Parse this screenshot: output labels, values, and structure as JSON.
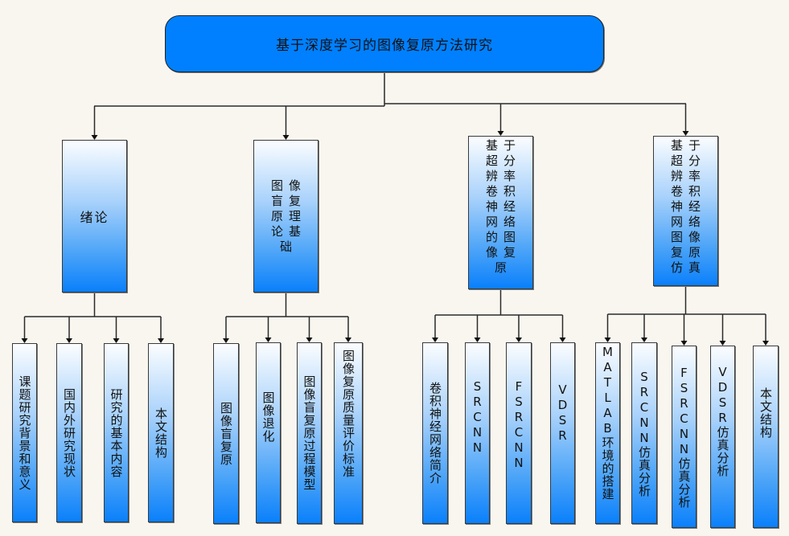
{
  "root": {
    "title": "基于深度学习的图像复原方法研究"
  },
  "chapters": [
    {
      "title": "绪论",
      "sections": [
        "课题研究背景和意义",
        "国内外研究现状",
        "研究的基本内容",
        "本文结构"
      ]
    },
    {
      "title": "图像盲复原理论基础",
      "sections": [
        "图像盲复原",
        "图像退化",
        "图像盲复原过程模型",
        "图像复原质量评价标准"
      ]
    },
    {
      "title": "基于超分辨率卷积神经网络的图像复原",
      "sections": [
        "卷积神经网络简介",
        "SRCNN",
        "FSRCNN",
        "VDSR"
      ]
    },
    {
      "title": "基于超分辨率卷积神经网络图像复原仿真",
      "sections": [
        "MATLAB环境的搭建",
        "SRCNN仿真分析",
        "FSRCNN仿真分析",
        "VDSR仿真分析",
        "本文结构"
      ]
    }
  ],
  "colors": {
    "background": "#f9f6f0",
    "root_fill": "#0080ff",
    "gradient_top": "#fbfdff",
    "gradient_bottom": "#0a80fb",
    "line": "#2a2a2a"
  }
}
